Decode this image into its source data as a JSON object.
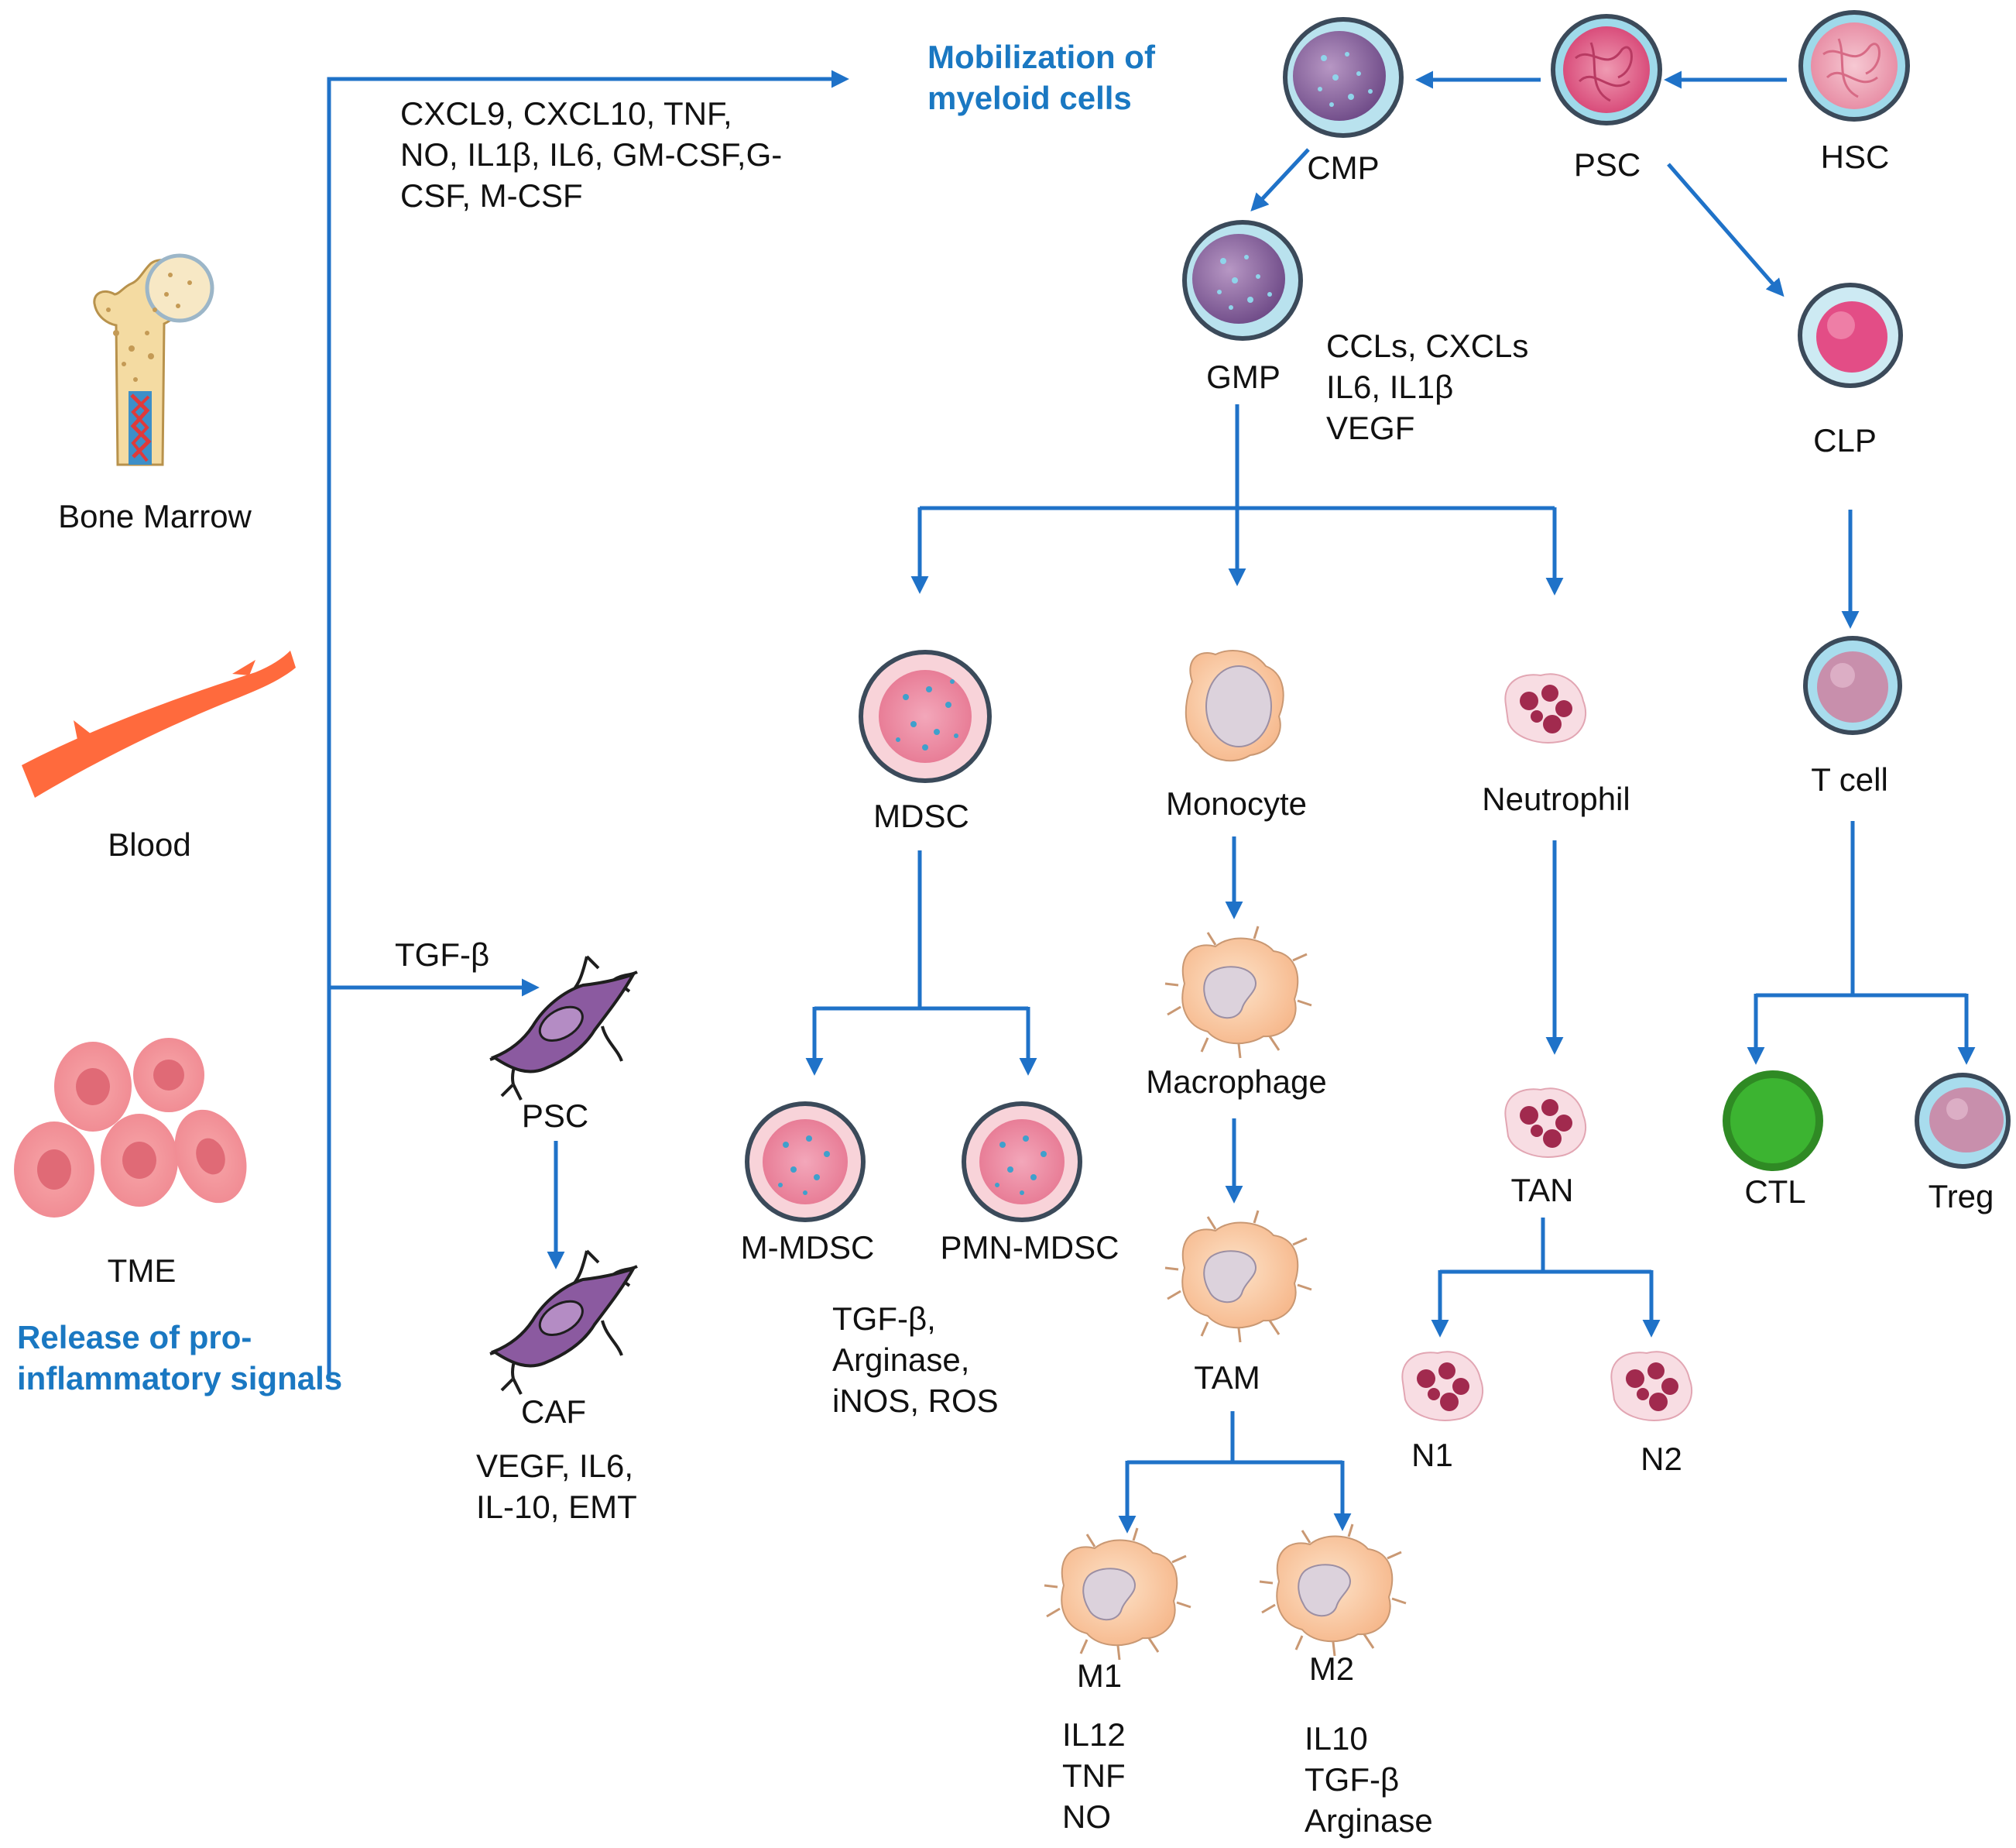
{
  "colors": {
    "arrow": "#1f72c8",
    "highlight_text": "#1a78c2",
    "text": "#111111"
  },
  "sources": {
    "bone_marrow": "Bone Marrow",
    "blood": "Blood",
    "tme": "TME"
  },
  "headings": {
    "mobilization": "Mobilization of\nmyeloid cells",
    "release": "Release of pro-\ninflammatory signals"
  },
  "signals": {
    "bone_marrow_factors": "CXCL9, CXCL10, TNF,\nNO, IL1β, IL6, GM-CSF,G-\nCSF, M-CSF",
    "tgf_beta": "TGF-β",
    "gmp_factors": "CCLs, CXCLs\n IL6, IL1β\nVEGF",
    "caf_factors": "VEGF, IL6,\nIL-10, EMT",
    "mdsc_factors": "TGF-β,\nArginase,\niNOS, ROS",
    "m1_factors": "IL12\nTNF\nNO",
    "m2_factors": "IL10\nTGF-β\nArginase"
  },
  "cells": {
    "hsc": "HSC",
    "psc_top": "PSC",
    "cmp": "CMP",
    "gmp": "GMP",
    "clp": "CLP",
    "mdsc": "MDSC",
    "monocyte": "Monocyte",
    "neutrophil": "Neutrophil",
    "t_cell": "T cell",
    "psc_stellate": "PSC",
    "caf": "CAF",
    "m_mdsc": "M-MDSC",
    "pmn_mdsc": "PMN-MDSC",
    "macrophage": "Macrophage",
    "tam": "TAM",
    "m1": "M1",
    "m2": "M2",
    "tan": "TAN",
    "n1": "N1",
    "n2": "N2",
    "ctl": "CTL",
    "treg": "Treg"
  },
  "icons": {
    "bone_marrow": "bone-icon",
    "blood": "blood-vessel-icon",
    "tme": "tumor-cells-icon",
    "stem_cell": "stem-cell-icon",
    "progenitor": "progenitor-cell-icon",
    "mdsc": "mdsc-cell-icon",
    "monocyte": "monocyte-icon",
    "macrophage": "macrophage-icon",
    "neutrophil": "neutrophil-icon",
    "lymphocyte": "lymphocyte-icon",
    "stellate": "stellate-cell-icon"
  }
}
